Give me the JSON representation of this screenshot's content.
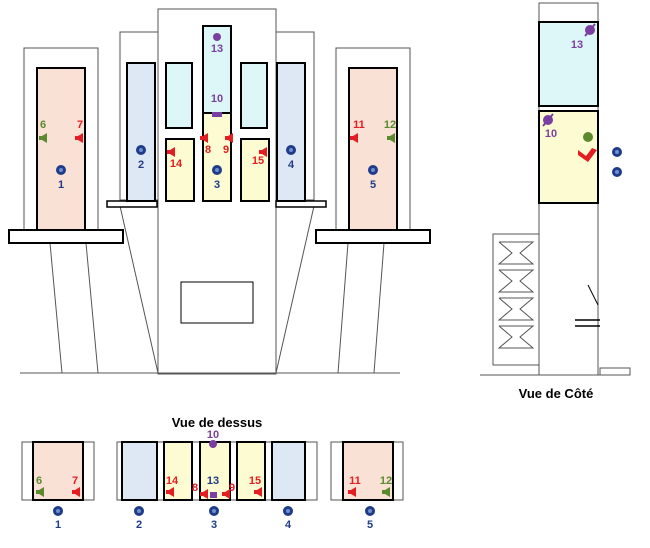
{
  "titles": {
    "side_view": "Vue de Côté",
    "top_view": "Vue de dessus"
  },
  "colors": {
    "peach": "#f9e1d5",
    "blue": "#dde8f4",
    "cyan": "#ddf7f9",
    "yellow": "#fdfbd2",
    "outline_gray": "#555555",
    "red": "#e41d22",
    "green": "#5b8a2e",
    "purple": "#7a3fa0",
    "navy": "#1f3c88"
  },
  "front_view": {
    "labels": {
      "n1": "1",
      "n2": "2",
      "n3": "3",
      "n4": "4",
      "n5": "5",
      "n6": "6",
      "n7": "7",
      "n8": "8",
      "n9": "9",
      "n10": "10",
      "n11": "11",
      "n12": "12",
      "n13": "13",
      "n14": "14",
      "n15": "15"
    }
  },
  "side_view": {
    "labels": {
      "n10": "10",
      "n13": "13"
    }
  },
  "top_view": {
    "labels": {
      "n1": "1",
      "n2": "2",
      "n3": "3",
      "n4": "4",
      "n5": "5",
      "n6": "6",
      "n7": "7",
      "n8": "8",
      "n9": "9",
      "n10": "10",
      "n11": "11",
      "n12": "12",
      "n13": "13",
      "n14": "14",
      "n15": "15"
    }
  }
}
